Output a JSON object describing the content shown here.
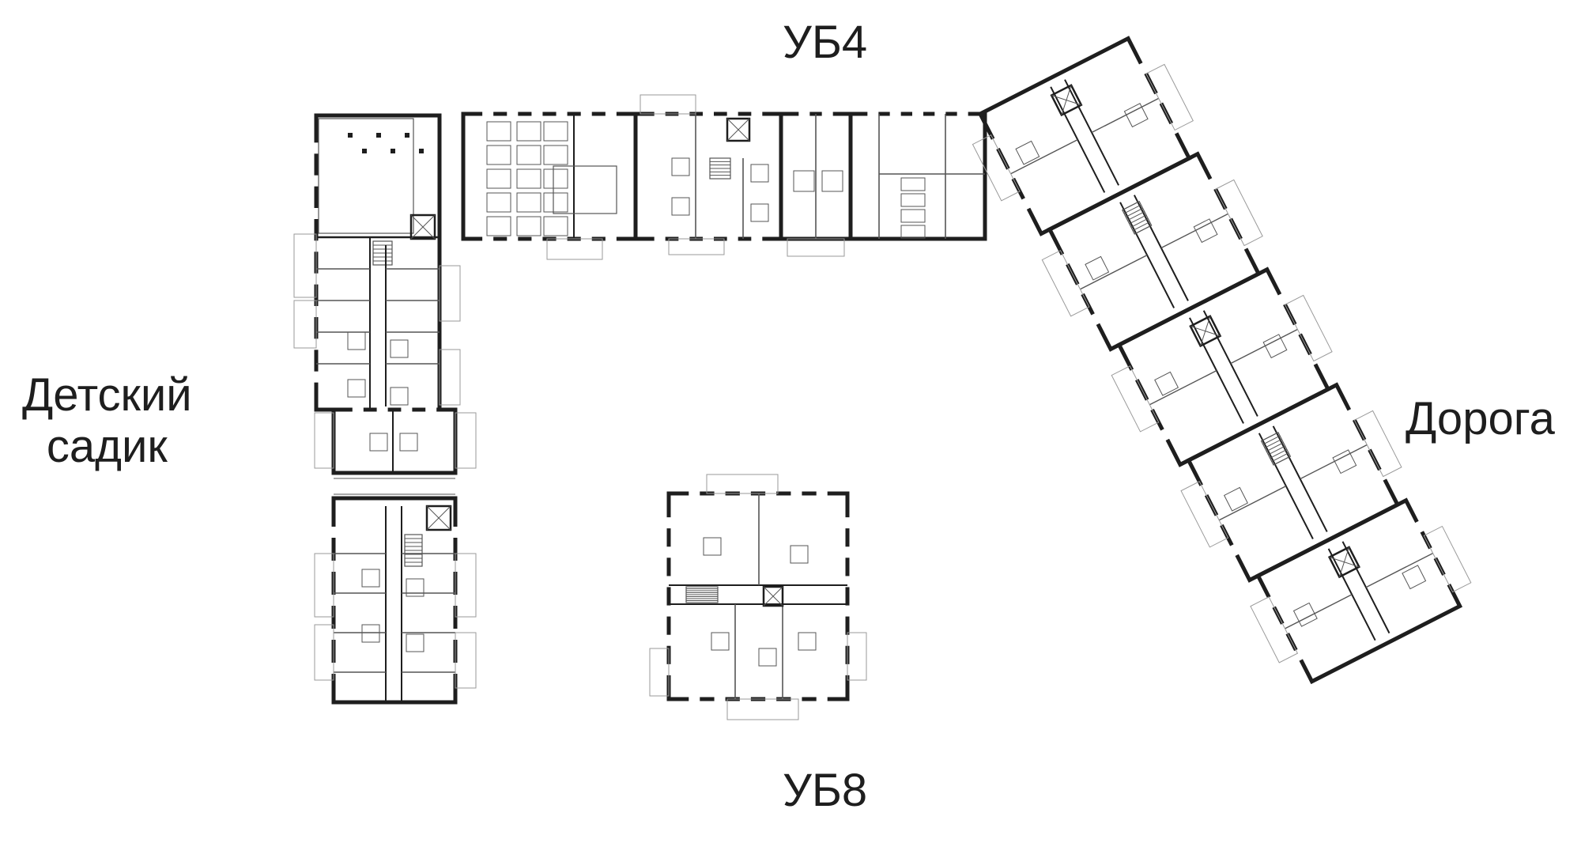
{
  "labels": {
    "north": "УБ4",
    "south": "УБ8",
    "west_line1": "Детский",
    "west_line2": "садик",
    "east": "Дорога"
  },
  "colors": {
    "wall": "#1e1e1e",
    "thin_line": "#555555",
    "balcony": "#9a9a9a",
    "background": "#ffffff"
  },
  "buildings": [
    "west-block",
    "north-block",
    "east-diagonal-block",
    "south-block"
  ]
}
